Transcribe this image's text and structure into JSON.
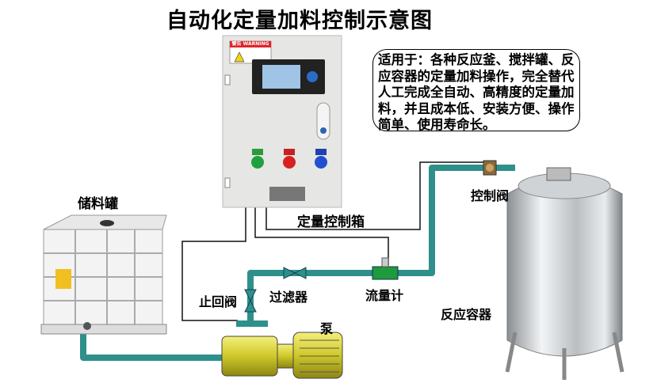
{
  "title": "自动化定量加料控制示意图",
  "description_box": "适用于：各种反应釜、搅拌罐、反应容器的定量加料操作，完全替代人工完成全自动、高精度的定量加料，并且成本低、安装方便、操作简单、使用寿命长。",
  "labels": {
    "storage_tank": "储料罐",
    "control_box": "定量控制箱",
    "control_valve": "控制阀",
    "check_valve": "止回阀",
    "filter": "过滤器",
    "flow_meter": "流量计",
    "pump": "泵",
    "reactor": "反应容器"
  },
  "warning_sign": "警告 WARNING",
  "colors": {
    "pipe": "#2f8f8a",
    "cabinet": "#e4e4e2",
    "pump": "#d8d23a"
  }
}
